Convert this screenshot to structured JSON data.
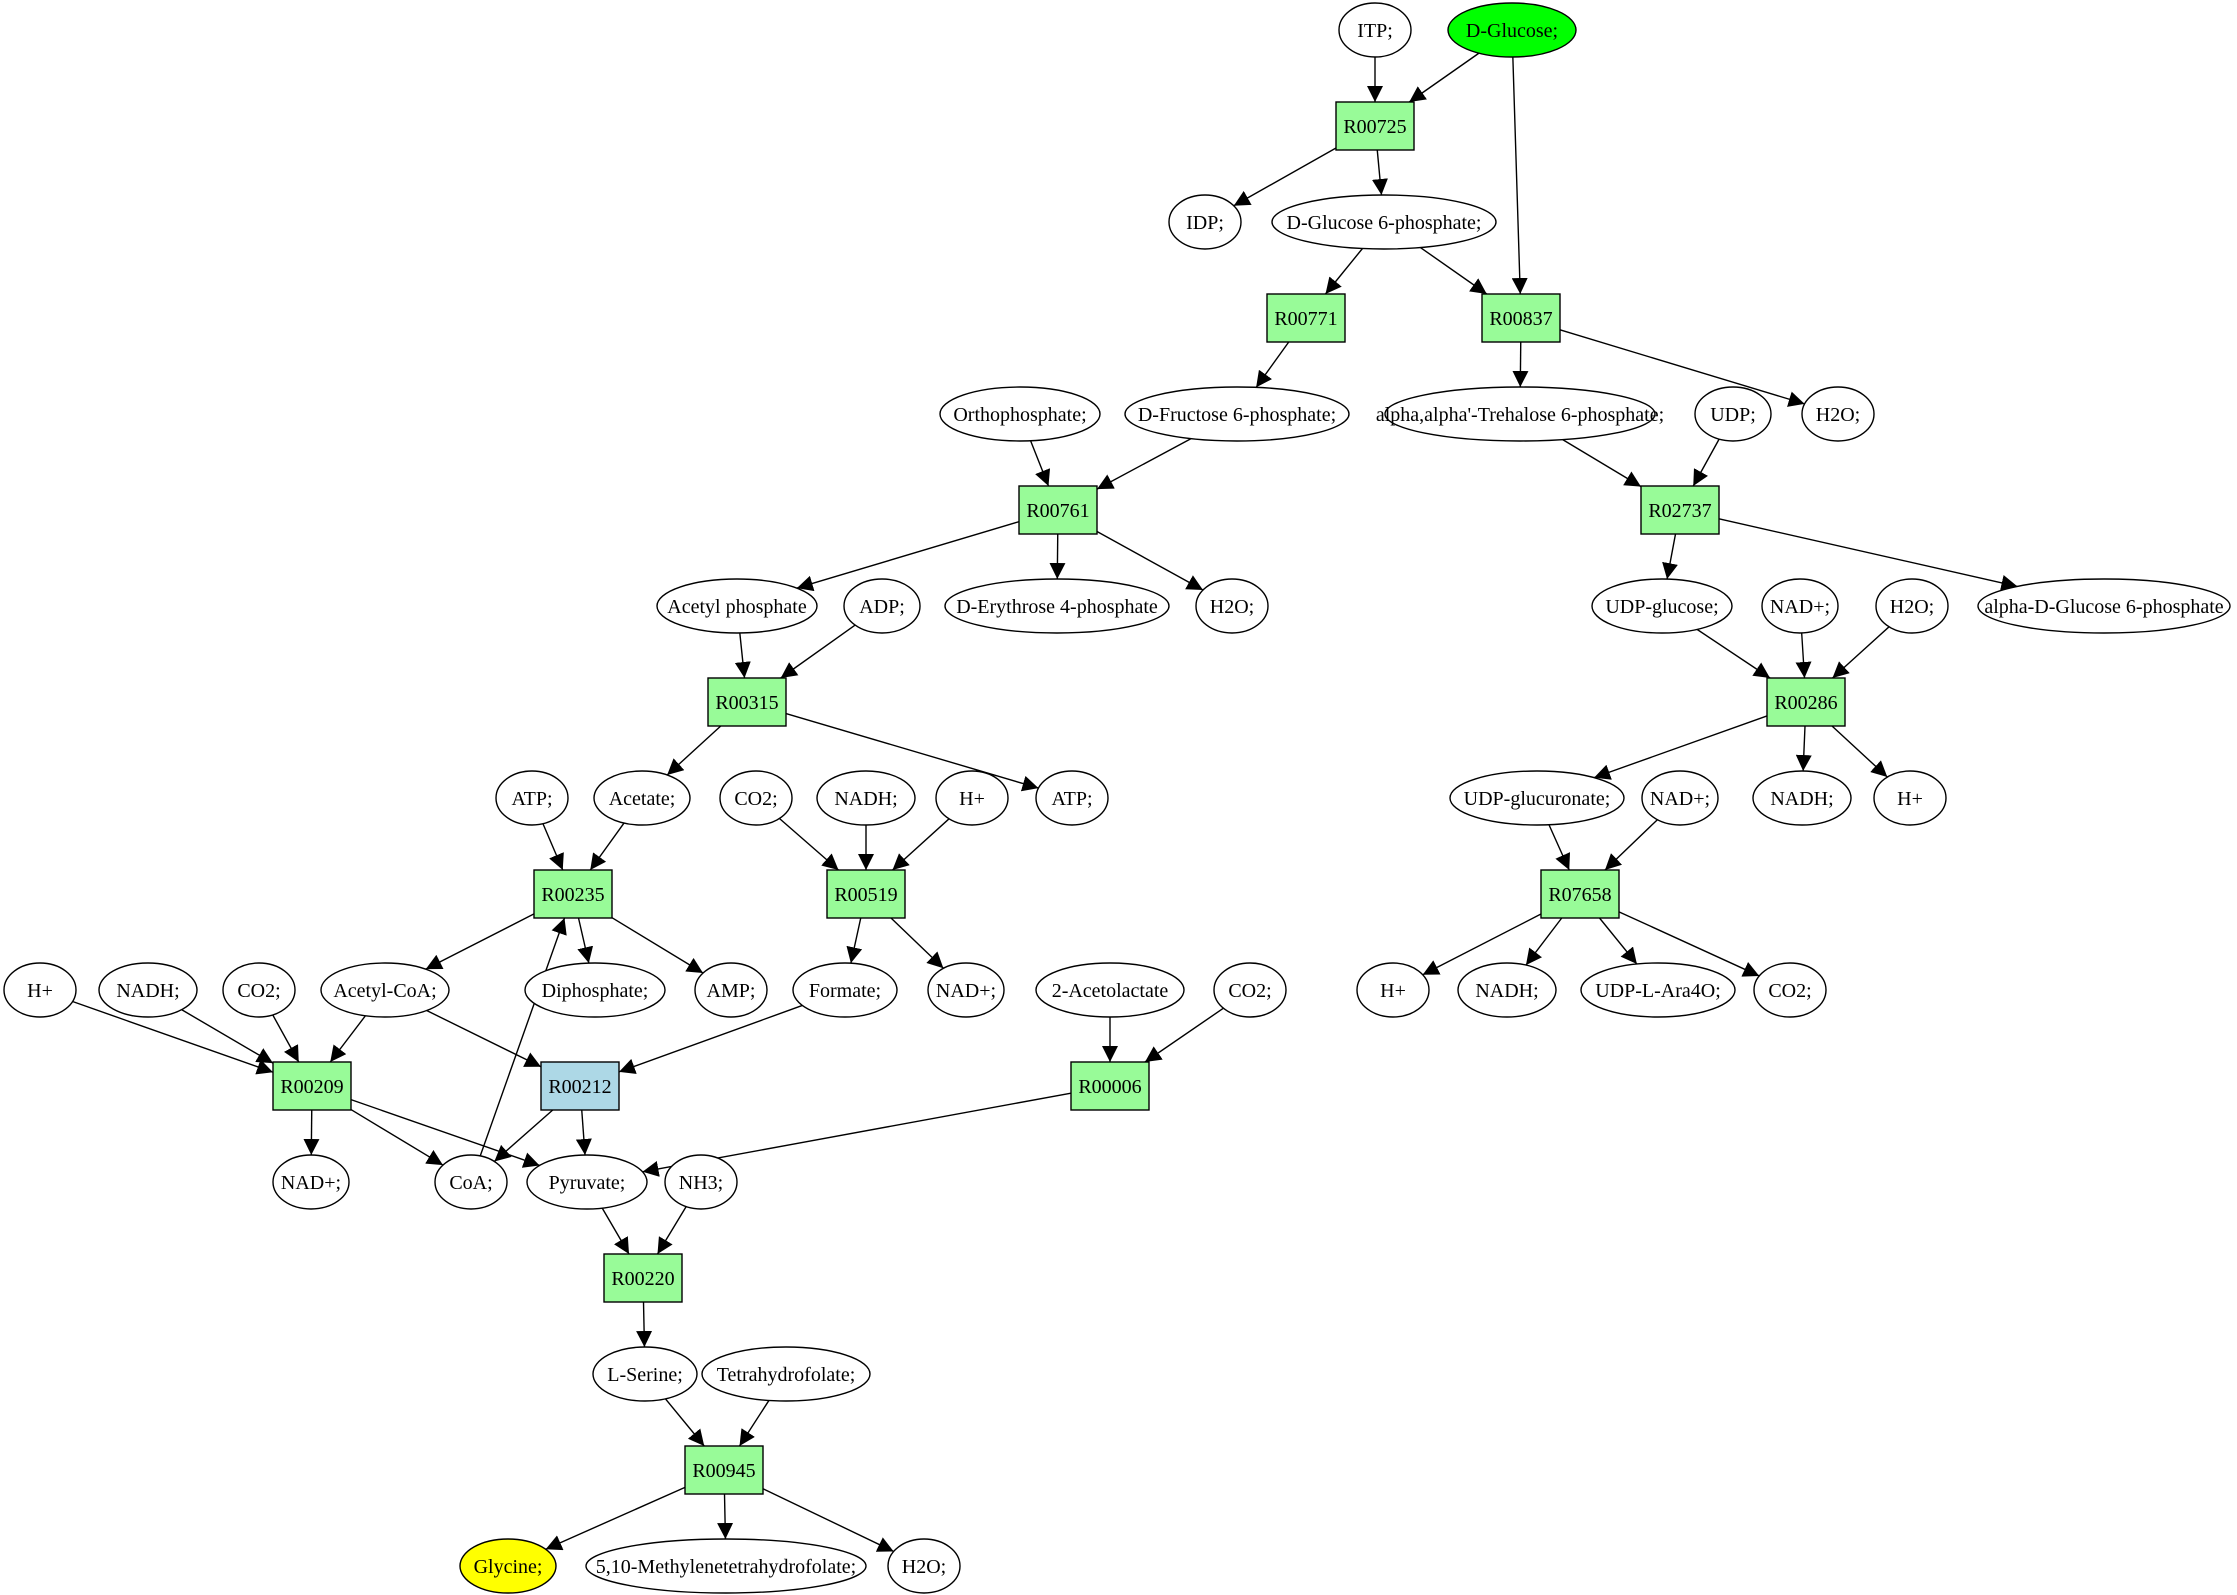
{
  "colors": {
    "reaction": "#98fb98",
    "reaction_highlight": "#add8e6",
    "source": "#00ff00",
    "target": "#ffff00",
    "compound": "#ffffff",
    "edge": "#000000"
  },
  "nodes": [
    {
      "id": "itp",
      "label": "ITP;",
      "kind": "compound"
    },
    {
      "id": "dglucose",
      "label": "D-Glucose;",
      "kind": "source"
    },
    {
      "id": "r00725",
      "label": "R00725",
      "kind": "reaction"
    },
    {
      "id": "idp",
      "label": "IDP;",
      "kind": "compound"
    },
    {
      "id": "g6p",
      "label": "D-Glucose 6-phosphate;",
      "kind": "compound"
    },
    {
      "id": "r00771",
      "label": "R00771",
      "kind": "reaction"
    },
    {
      "id": "r00837",
      "label": "R00837",
      "kind": "reaction"
    },
    {
      "id": "orthophosphate",
      "label": "Orthophosphate;",
      "kind": "compound"
    },
    {
      "id": "f6p",
      "label": "D-Fructose 6-phosphate;",
      "kind": "compound"
    },
    {
      "id": "trehalose6p",
      "label": "alpha,alpha'-Trehalose 6-phosphate;",
      "kind": "compound"
    },
    {
      "id": "udp",
      "label": "UDP;",
      "kind": "compound"
    },
    {
      "id": "h2o_a",
      "label": "H2O;",
      "kind": "compound"
    },
    {
      "id": "r00761",
      "label": "R00761",
      "kind": "reaction"
    },
    {
      "id": "r02737",
      "label": "R02737",
      "kind": "reaction"
    },
    {
      "id": "acetylphosphate",
      "label": "Acetyl phosphate",
      "kind": "compound"
    },
    {
      "id": "adp",
      "label": "ADP;",
      "kind": "compound"
    },
    {
      "id": "e4p",
      "label": "D-Erythrose 4-phosphate",
      "kind": "compound"
    },
    {
      "id": "h2o_b",
      "label": "H2O;",
      "kind": "compound"
    },
    {
      "id": "udpglucose",
      "label": "UDP-glucose;",
      "kind": "compound"
    },
    {
      "id": "nadp_a",
      "label": "NAD+;",
      "kind": "compound"
    },
    {
      "id": "h2o_c",
      "label": "H2O;",
      "kind": "compound"
    },
    {
      "id": "adg6p",
      "label": "alpha-D-Glucose 6-phosphate",
      "kind": "compound"
    },
    {
      "id": "r00315",
      "label": "R00315",
      "kind": "reaction"
    },
    {
      "id": "r00286",
      "label": "R00286",
      "kind": "reaction"
    },
    {
      "id": "atp_a",
      "label": "ATP;",
      "kind": "compound"
    },
    {
      "id": "acetate",
      "label": "Acetate;",
      "kind": "compound"
    },
    {
      "id": "co2_a",
      "label": "CO2;",
      "kind": "compound"
    },
    {
      "id": "nadh_a",
      "label": "NADH;",
      "kind": "compound"
    },
    {
      "id": "hplus_a",
      "label": "H+",
      "kind": "compound"
    },
    {
      "id": "atp_b",
      "label": "ATP;",
      "kind": "compound"
    },
    {
      "id": "udpglucuronate",
      "label": "UDP-glucuronate;",
      "kind": "compound"
    },
    {
      "id": "nadp_b",
      "label": "NAD+;",
      "kind": "compound"
    },
    {
      "id": "nadh_b",
      "label": "NADH;",
      "kind": "compound"
    },
    {
      "id": "hplus_b",
      "label": "H+",
      "kind": "compound"
    },
    {
      "id": "r00235",
      "label": "R00235",
      "kind": "reaction"
    },
    {
      "id": "r00519",
      "label": "R00519",
      "kind": "reaction"
    },
    {
      "id": "r07658",
      "label": "R07658",
      "kind": "reaction"
    },
    {
      "id": "hplus_c",
      "label": "H+",
      "kind": "compound"
    },
    {
      "id": "nadh_c",
      "label": "NADH;",
      "kind": "compound"
    },
    {
      "id": "co2_b",
      "label": "CO2;",
      "kind": "compound"
    },
    {
      "id": "acetylcoa",
      "label": "Acetyl-CoA;",
      "kind": "compound"
    },
    {
      "id": "diphosphate",
      "label": "Diphosphate;",
      "kind": "compound"
    },
    {
      "id": "amp",
      "label": "AMP;",
      "kind": "compound"
    },
    {
      "id": "formate",
      "label": "Formate;",
      "kind": "compound"
    },
    {
      "id": "nadp_c",
      "label": "NAD+;",
      "kind": "compound"
    },
    {
      "id": "acetolactate",
      "label": "2-Acetolactate",
      "kind": "compound"
    },
    {
      "id": "co2_c",
      "label": "CO2;",
      "kind": "compound"
    },
    {
      "id": "hplus_d",
      "label": "H+",
      "kind": "compound"
    },
    {
      "id": "nadh_d",
      "label": "NADH;",
      "kind": "compound"
    },
    {
      "id": "udplara4o",
      "label": "UDP-L-Ara4O;",
      "kind": "compound"
    },
    {
      "id": "co2_d",
      "label": "CO2;",
      "kind": "compound"
    },
    {
      "id": "r00209",
      "label": "R00209",
      "kind": "reaction"
    },
    {
      "id": "r00212",
      "label": "R00212",
      "kind": "reaction_highlight"
    },
    {
      "id": "r00006",
      "label": "R00006",
      "kind": "reaction"
    },
    {
      "id": "nadp_d",
      "label": "NAD+;",
      "kind": "compound"
    },
    {
      "id": "coa",
      "label": "CoA;",
      "kind": "compound"
    },
    {
      "id": "pyruvate",
      "label": "Pyruvate;",
      "kind": "compound"
    },
    {
      "id": "nh3",
      "label": "NH3;",
      "kind": "compound"
    },
    {
      "id": "r00220",
      "label": "R00220",
      "kind": "reaction"
    },
    {
      "id": "lserine",
      "label": "L-Serine;",
      "kind": "compound"
    },
    {
      "id": "thf",
      "label": "Tetrahydrofolate;",
      "kind": "compound"
    },
    {
      "id": "r00945",
      "label": "R00945",
      "kind": "reaction"
    },
    {
      "id": "glycine",
      "label": "Glycine;",
      "kind": "target"
    },
    {
      "id": "methylenethf",
      "label": "5,10-Methylenetetrahydrofolate;",
      "kind": "compound"
    },
    {
      "id": "h2o_d",
      "label": "H2O;",
      "kind": "compound"
    }
  ],
  "edges": [
    [
      "itp",
      "r00725"
    ],
    [
      "dglucose",
      "r00725"
    ],
    [
      "dglucose",
      "r00837"
    ],
    [
      "r00725",
      "idp"
    ],
    [
      "r00725",
      "g6p"
    ],
    [
      "g6p",
      "r00771"
    ],
    [
      "g6p",
      "r00837"
    ],
    [
      "r00771",
      "f6p"
    ],
    [
      "r00837",
      "trehalose6p"
    ],
    [
      "r00837",
      "h2o_a"
    ],
    [
      "orthophosphate",
      "r00761"
    ],
    [
      "f6p",
      "r00761"
    ],
    [
      "trehalose6p",
      "r02737"
    ],
    [
      "udp",
      "r02737"
    ],
    [
      "r00761",
      "acetylphosphate"
    ],
    [
      "r00761",
      "e4p"
    ],
    [
      "r00761",
      "h2o_b"
    ],
    [
      "r02737",
      "udpglucose"
    ],
    [
      "r02737",
      "adg6p"
    ],
    [
      "acetylphosphate",
      "r00315"
    ],
    [
      "adp",
      "r00315"
    ],
    [
      "udpglucose",
      "r00286"
    ],
    [
      "nadp_a",
      "r00286"
    ],
    [
      "h2o_c",
      "r00286"
    ],
    [
      "r00315",
      "acetate"
    ],
    [
      "r00315",
      "atp_b"
    ],
    [
      "r00286",
      "udpglucuronate"
    ],
    [
      "r00286",
      "nadh_b"
    ],
    [
      "r00286",
      "hplus_b"
    ],
    [
      "atp_a",
      "r00235"
    ],
    [
      "acetate",
      "r00235"
    ],
    [
      "coa",
      "r00235"
    ],
    [
      "co2_a",
      "r00519"
    ],
    [
      "nadh_a",
      "r00519"
    ],
    [
      "hplus_a",
      "r00519"
    ],
    [
      "udpglucuronate",
      "r07658"
    ],
    [
      "nadp_b",
      "r07658"
    ],
    [
      "r00235",
      "acetylcoa"
    ],
    [
      "r00235",
      "diphosphate"
    ],
    [
      "r00235",
      "amp"
    ],
    [
      "r00519",
      "formate"
    ],
    [
      "r00519",
      "nadp_c"
    ],
    [
      "r07658",
      "hplus_d"
    ],
    [
      "r07658",
      "nadh_d"
    ],
    [
      "r07658",
      "udplara4o"
    ],
    [
      "r07658",
      "co2_d"
    ],
    [
      "hplus_c",
      "r00209"
    ],
    [
      "nadh_c",
      "r00209"
    ],
    [
      "co2_b",
      "r00209"
    ],
    [
      "acetylcoa",
      "r00209"
    ],
    [
      "acetylcoa",
      "r00212"
    ],
    [
      "formate",
      "r00212"
    ],
    [
      "acetolactate",
      "r00006"
    ],
    [
      "co2_c",
      "r00006"
    ],
    [
      "r00209",
      "nadp_d"
    ],
    [
      "r00209",
      "coa"
    ],
    [
      "r00209",
      "pyruvate"
    ],
    [
      "r00212",
      "coa"
    ],
    [
      "r00212",
      "pyruvate"
    ],
    [
      "r00006",
      "pyruvate"
    ],
    [
      "pyruvate",
      "r00220"
    ],
    [
      "nh3",
      "r00220"
    ],
    [
      "r00220",
      "lserine"
    ],
    [
      "lserine",
      "r00945"
    ],
    [
      "thf",
      "r00945"
    ],
    [
      "r00945",
      "glycine"
    ],
    [
      "r00945",
      "methylenethf"
    ],
    [
      "r00945",
      "h2o_d"
    ]
  ]
}
